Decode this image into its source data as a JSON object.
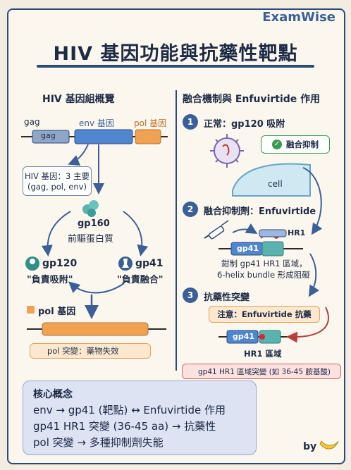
{
  "brand": "ExamWise",
  "title": "HIV 基因功能與抗藥性靶點",
  "left": {
    "heading": "HIV 基因組概覽",
    "gene_labels": {
      "gag": "gag",
      "env": "env 基因",
      "pol": "pol 基因"
    },
    "gag_box": "gag",
    "main_genes_title": "HIV 基因：3 主要",
    "main_genes_list": "(gag, pol, env)",
    "gp160_title": "gp160",
    "gp160_desc": "前驅蛋白質",
    "gp120_title": "gp120",
    "gp120_desc": "\"負責吸附\"",
    "gp41_title": "gp41",
    "gp41_desc": "\"負責融合\"",
    "pol_gene": "pol 基因",
    "pol_warning": "pol 突變：藥物失效"
  },
  "right": {
    "heading": "融合機制與 Enfuvirtide 作用",
    "step1_num": "1",
    "step1_title": "正常：gp120 吸附",
    "fusion_block_badge": "融合抑制",
    "cell_label": "cell",
    "step2_num": "2",
    "step2_title": "融合抑制劑：Enfuvirtide",
    "hr1_label": "HR1",
    "gp41_bar": "gp41",
    "step2_desc1": "鉗制 gp41 HR1 區域，",
    "step2_desc2": "6-helix bundle 形成阻礙",
    "step3_num": "3",
    "step3_title": "抗藥性突變",
    "note": "注意：Enfuvirtide 抗藥",
    "gp41_bar2": "gp41",
    "hr1_region": "HR1 區域",
    "mutation_warning": "gp41 HR1 區域突變 (如 36-45 胺基酸)"
  },
  "core": {
    "title": "核心概念",
    "line1": "env → gp41 (靶點) ↔ Enfuvirtide 作用",
    "line2": "gp41 HR1 突變 (36-45 aa) → 抗藥性",
    "line3": "pol 突變 → 多種抑制劑失能"
  },
  "signature": "by",
  "colors": {
    "navy": "#2e4a78",
    "blue": "#4f86cf",
    "orange": "#f0a252",
    "teal": "#5bb3b0",
    "red": "#c0392b",
    "green": "#3c9a50"
  }
}
